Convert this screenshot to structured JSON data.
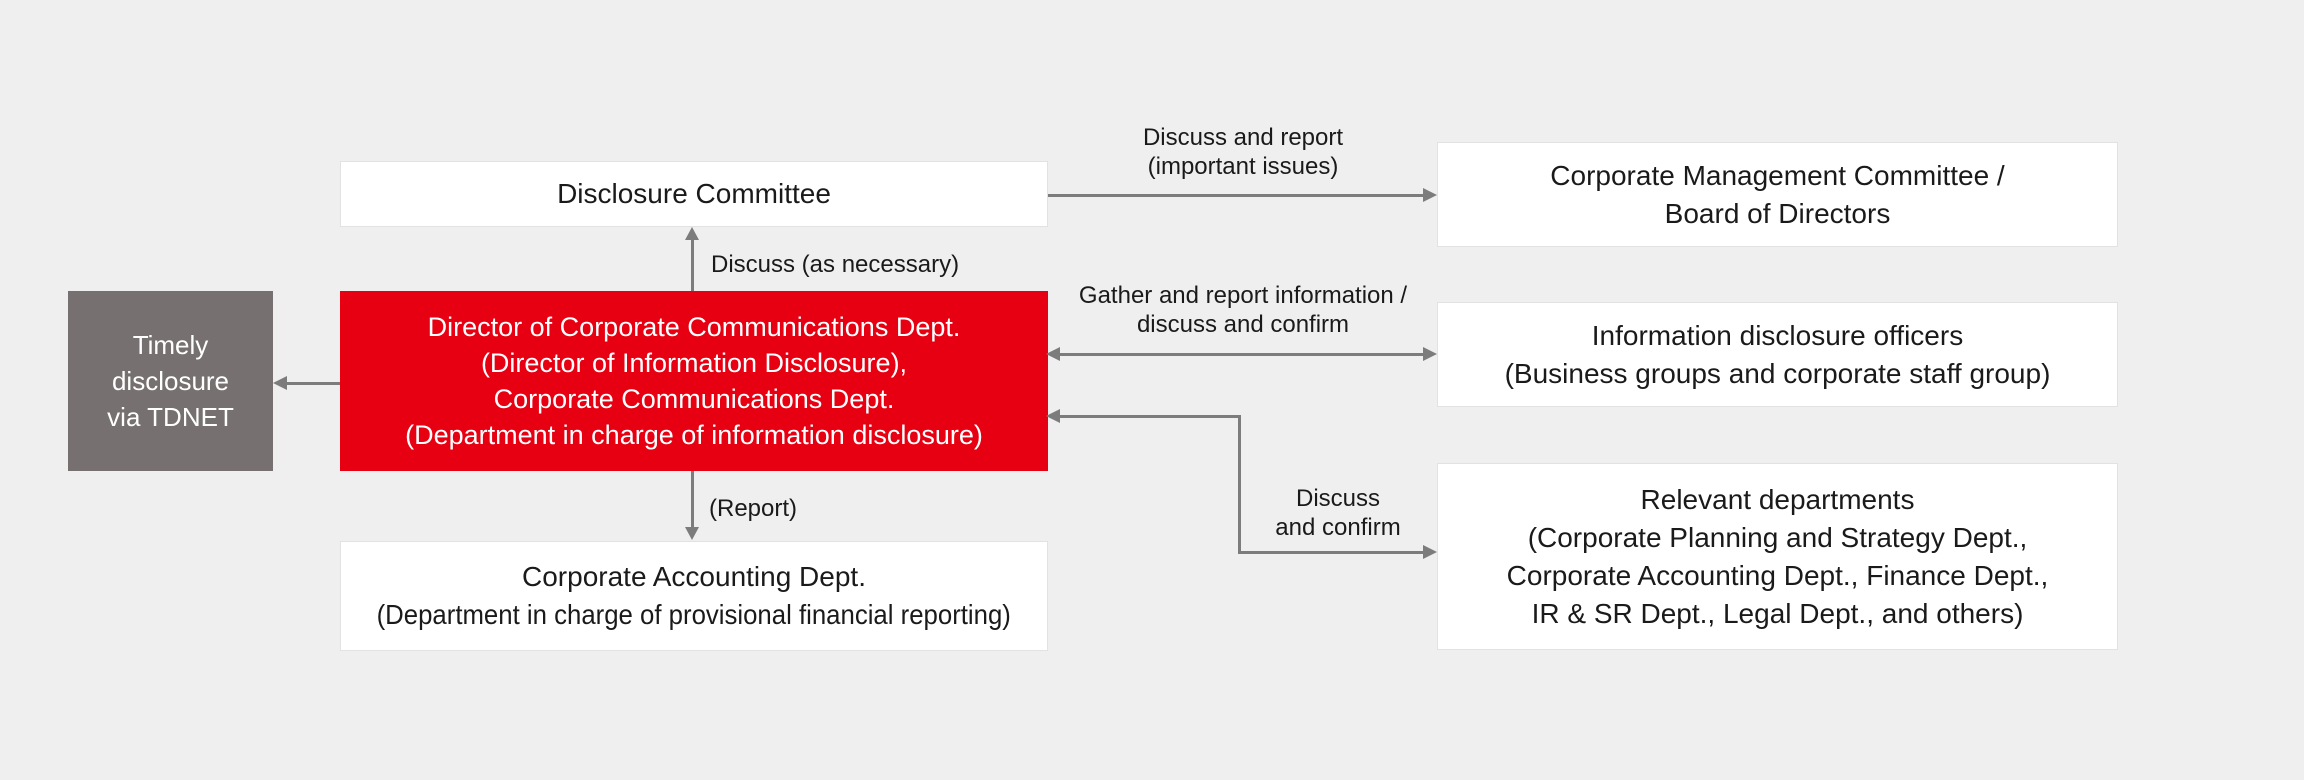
{
  "colors": {
    "bg": "#f0efef",
    "white": "#ffffff",
    "red": "#e60012",
    "gray_box": "#767070",
    "arrow": "#7c7c7c",
    "box_border": "#e2e2e2",
    "text": "#1a1a1a"
  },
  "nodes": {
    "tdnet": {
      "lines": [
        "Timely",
        "disclosure",
        "via TDNET"
      ]
    },
    "committee": {
      "label": "Disclosure Committee"
    },
    "director": {
      "lines": [
        "Director of Corporate Communications Dept.",
        "(Director of Information Disclosure),",
        "Corporate Communications Dept.",
        "(Department in charge of information disclosure)"
      ]
    },
    "accounting": {
      "lines": [
        "Corporate Accounting Dept.",
        "(Department in charge of provisional financial reporting)"
      ]
    },
    "management": {
      "lines": [
        "Corporate Management Committee /",
        "Board of Directors"
      ]
    },
    "officers": {
      "lines": [
        "Information disclosure officers",
        "(Business groups and corporate staff group)"
      ]
    },
    "relevant": {
      "lines": [
        "Relevant departments",
        "(Corporate Planning and Strategy Dept.,",
        "Corporate Accounting Dept., Finance Dept.,",
        "IR & SR Dept., Legal Dept., and others)"
      ]
    }
  },
  "edges": {
    "discuss_report": {
      "lines": [
        "Discuss and report",
        "(important issues)"
      ]
    },
    "discuss_necessary": {
      "label": "Discuss (as necessary)"
    },
    "gather_report": {
      "lines": [
        "Gather and report information /",
        "discuss and confirm"
      ]
    },
    "discuss_confirm": {
      "lines": [
        "Discuss",
        "and confirm"
      ]
    },
    "report": {
      "label": "(Report)"
    }
  }
}
